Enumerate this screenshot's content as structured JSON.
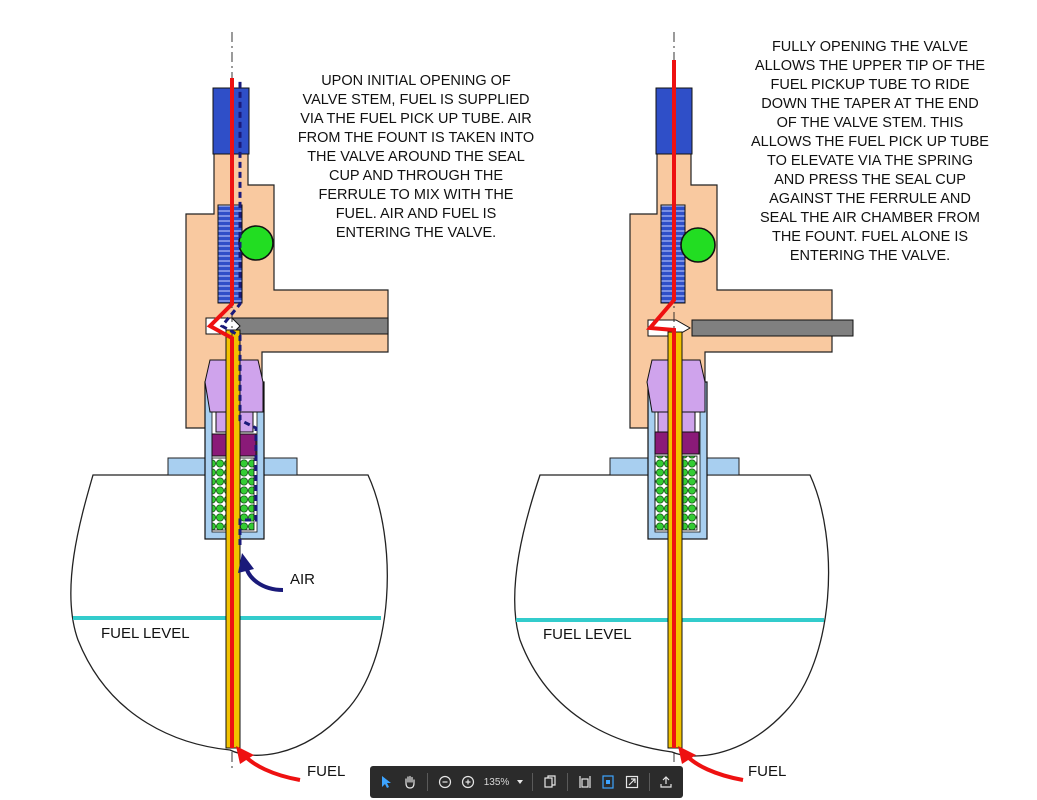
{
  "left_panel": {
    "caption": "UPON INITIAL OPENING OF\nVALVE STEM, FUEL IS SUPPLIED\nVIA THE FUEL PICK UP TUBE.  AIR\nFROM THE FOUNT IS TAKEN INTO\nTHE VALVE AROUND THE SEAL\nCUP AND THROUGH THE\nFERRULE TO MIX WITH THE\nFUEL.  AIR AND FUEL IS\nENTERING THE VALVE.",
    "air_label": "AIR",
    "fuel_level_label": "FUEL LEVEL",
    "fuel_label": "FUEL"
  },
  "right_panel": {
    "caption": "FULLY OPENING THE VALVE\nALLOWS THE UPPER TIP OF THE\nFUEL PICKUP TUBE TO RIDE\nDOWN THE TAPER AT THE END\nOF THE VALVE STEM.  THIS\nALLOWS THE FUEL PICK UP TUBE\nTO ELEVATE VIA THE SPRING\nAND PRESS THE SEAL CUP\nAGAINST THE FERRULE AND\nSEAL THE AIR CHAMBER FROM\nTHE FOUNT.  FUEL ALONE IS\nENTERING THE VALVE.",
    "fuel_level_label": "FUEL LEVEL",
    "fuel_label": "FUEL"
  },
  "colors": {
    "valve_body": "#f9c9a0",
    "stem_packing": "#2f4fc8",
    "knob": "#22dd22",
    "nut": "#cfa3ec",
    "seal_cup": "#8a1a78",
    "spring": "#33cc33",
    "tank_flange": "#a8cff0",
    "fuel_level": "#33cccc",
    "fuel_path": "#ee1111",
    "air_path": "#1a1a7a",
    "stem_rod": "#808080"
  },
  "toolbar": {
    "zoom": "135%",
    "icons": [
      "select-cursor-icon",
      "hand-pan-icon",
      "zoom-out-icon",
      "zoom-in-icon",
      "zoom-dropdown-icon",
      "page-view-icon",
      "fit-width-icon",
      "fit-page-icon",
      "fullscreen-icon",
      "share-upload-icon"
    ]
  }
}
